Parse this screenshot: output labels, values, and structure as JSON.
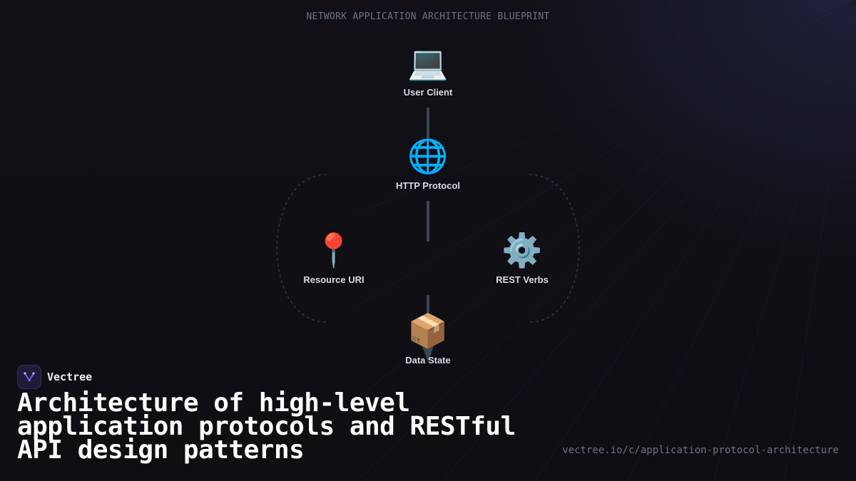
{
  "header": {
    "label": "NETWORK APPLICATION ARCHITECTURE BLUEPRINT"
  },
  "diagram": {
    "nodes": [
      {
        "id": "user-client",
        "label": "User Client",
        "icon": "laptop-icon",
        "glyph": "💻"
      },
      {
        "id": "http-protocol",
        "label": "HTTP Protocol",
        "icon": "globe-icon",
        "glyph": "🌐"
      },
      {
        "id": "resource-uri",
        "label": "Resource URI",
        "icon": "pin-icon",
        "glyph": "📍"
      },
      {
        "id": "rest-verbs",
        "label": "REST Verbs",
        "icon": "gear-icon",
        "glyph": "⚙️"
      },
      {
        "id": "data-state",
        "label": "Data State",
        "icon": "package-icon",
        "glyph": "📦"
      }
    ],
    "edges": [
      {
        "from": "user-client",
        "to": "http-protocol"
      },
      {
        "from": "http-protocol",
        "to": "data-state"
      }
    ]
  },
  "brand": {
    "name": "Vectree",
    "logo_icon": "vectree-logo-icon",
    "logo_color": "#8b5cf6"
  },
  "headline": {
    "text": "Architecture of high-level application protocols and RESTful API design patterns"
  },
  "url": {
    "text": "vectree.io/c/application-protocol-architecture"
  },
  "colors": {
    "background": "#0f0f14",
    "connector": "#3b4556",
    "dashed_arc": "#3a3f4c",
    "label": "#d7dbe4",
    "muted": "#6c7385"
  }
}
